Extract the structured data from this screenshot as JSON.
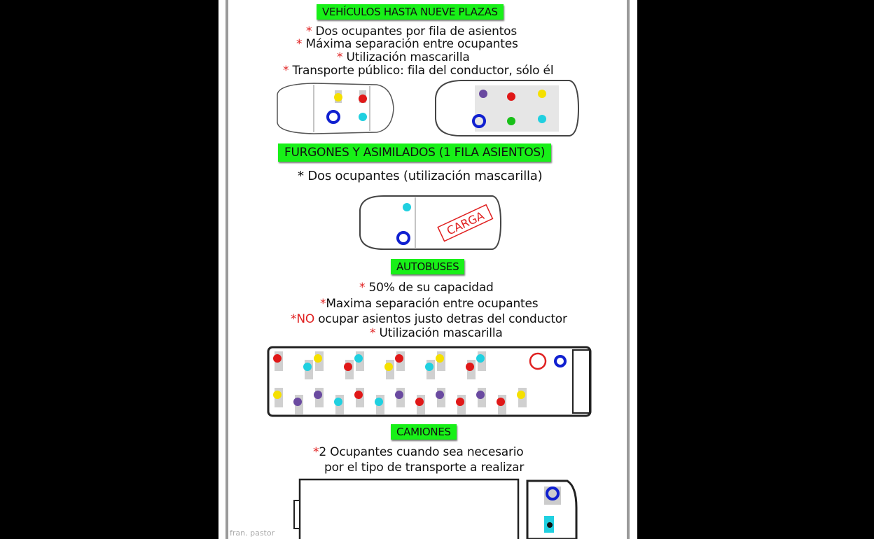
{
  "sections": {
    "cars": {
      "title": "VEHÍCULOS HASTA NUEVE PLAZAS",
      "rules": [
        "Dos ocupantes por fila de asientos",
        "Máxima separación entre ocupantes",
        "Utilización mascarilla",
        "Transporte público: fila del conductor, sólo él"
      ]
    },
    "vans": {
      "title": "FURGONES Y ASIMILADOS (1 FILA ASIENTOS)",
      "rules": [
        "Dos ocupantes (utilización mascarilla)"
      ],
      "cargo_stamp": "CARGA"
    },
    "buses": {
      "title": "AUTOBUSES",
      "rules": [
        "50% de su capacidad",
        "Maxima separación entre ocupantes",
        "ocupar asientos justo detras del conductor",
        "Utilización mascarilla"
      ],
      "no_word": "NO"
    },
    "trucks": {
      "title": "CAMIONES",
      "rules": [
        "2 Ocupantes cuando sea necesario",
        "por el tipo de transporte a realizar"
      ]
    }
  },
  "star": "*",
  "watermark": "fran. pastor",
  "colors": {
    "green": "#18f018",
    "red_star": "#e02020",
    "occupants": [
      "#e01818",
      "#f5e000",
      "#20d0e0",
      "#6a4aa0",
      "#18c018",
      "#1020d0"
    ]
  }
}
